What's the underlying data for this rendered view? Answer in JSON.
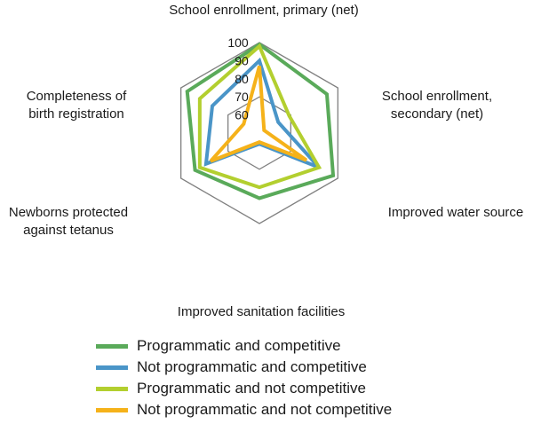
{
  "chart_data": {
    "type": "radar",
    "axes": [
      "School enrollment, primary (net)",
      "School enrollment, secondary (net)",
      "Improved water source",
      "Improved sanitation facilities",
      "Newborns protected against tetanus",
      "Completeness of birth registration"
    ],
    "axis_label_lines": [
      [
        "School enrollment, primary (net)"
      ],
      [
        "School enrollment,",
        "secondary (net)"
      ],
      [
        "Improved water source"
      ],
      [
        "Improved sanitation facilities"
      ],
      [
        "Newborns protected",
        "against tetanus"
      ],
      [
        "Completeness of",
        "birth registration"
      ]
    ],
    "rlim": [
      50,
      100
    ],
    "ticks": [
      60,
      70,
      80,
      90,
      100
    ],
    "gridlines": [
      70,
      100
    ],
    "series": [
      {
        "name": "Programmatic and competitive",
        "color": "#5aaa5a",
        "values": [
          99,
          93,
          97,
          86,
          91,
          96
        ]
      },
      {
        "name": "Not programmatic and competitive",
        "color": "#4a95c8",
        "values": [
          90,
          62,
          88,
          56,
          84,
          80
        ]
      },
      {
        "name": "Programmatic and not competitive",
        "color": "#b3cf2f",
        "values": [
          98,
          69,
          88,
          80,
          88,
          88
        ]
      },
      {
        "name": "Not programmatic and not competitive",
        "color": "#f5b21a",
        "values": [
          87,
          53,
          80,
          55,
          81,
          60
        ]
      }
    ]
  }
}
